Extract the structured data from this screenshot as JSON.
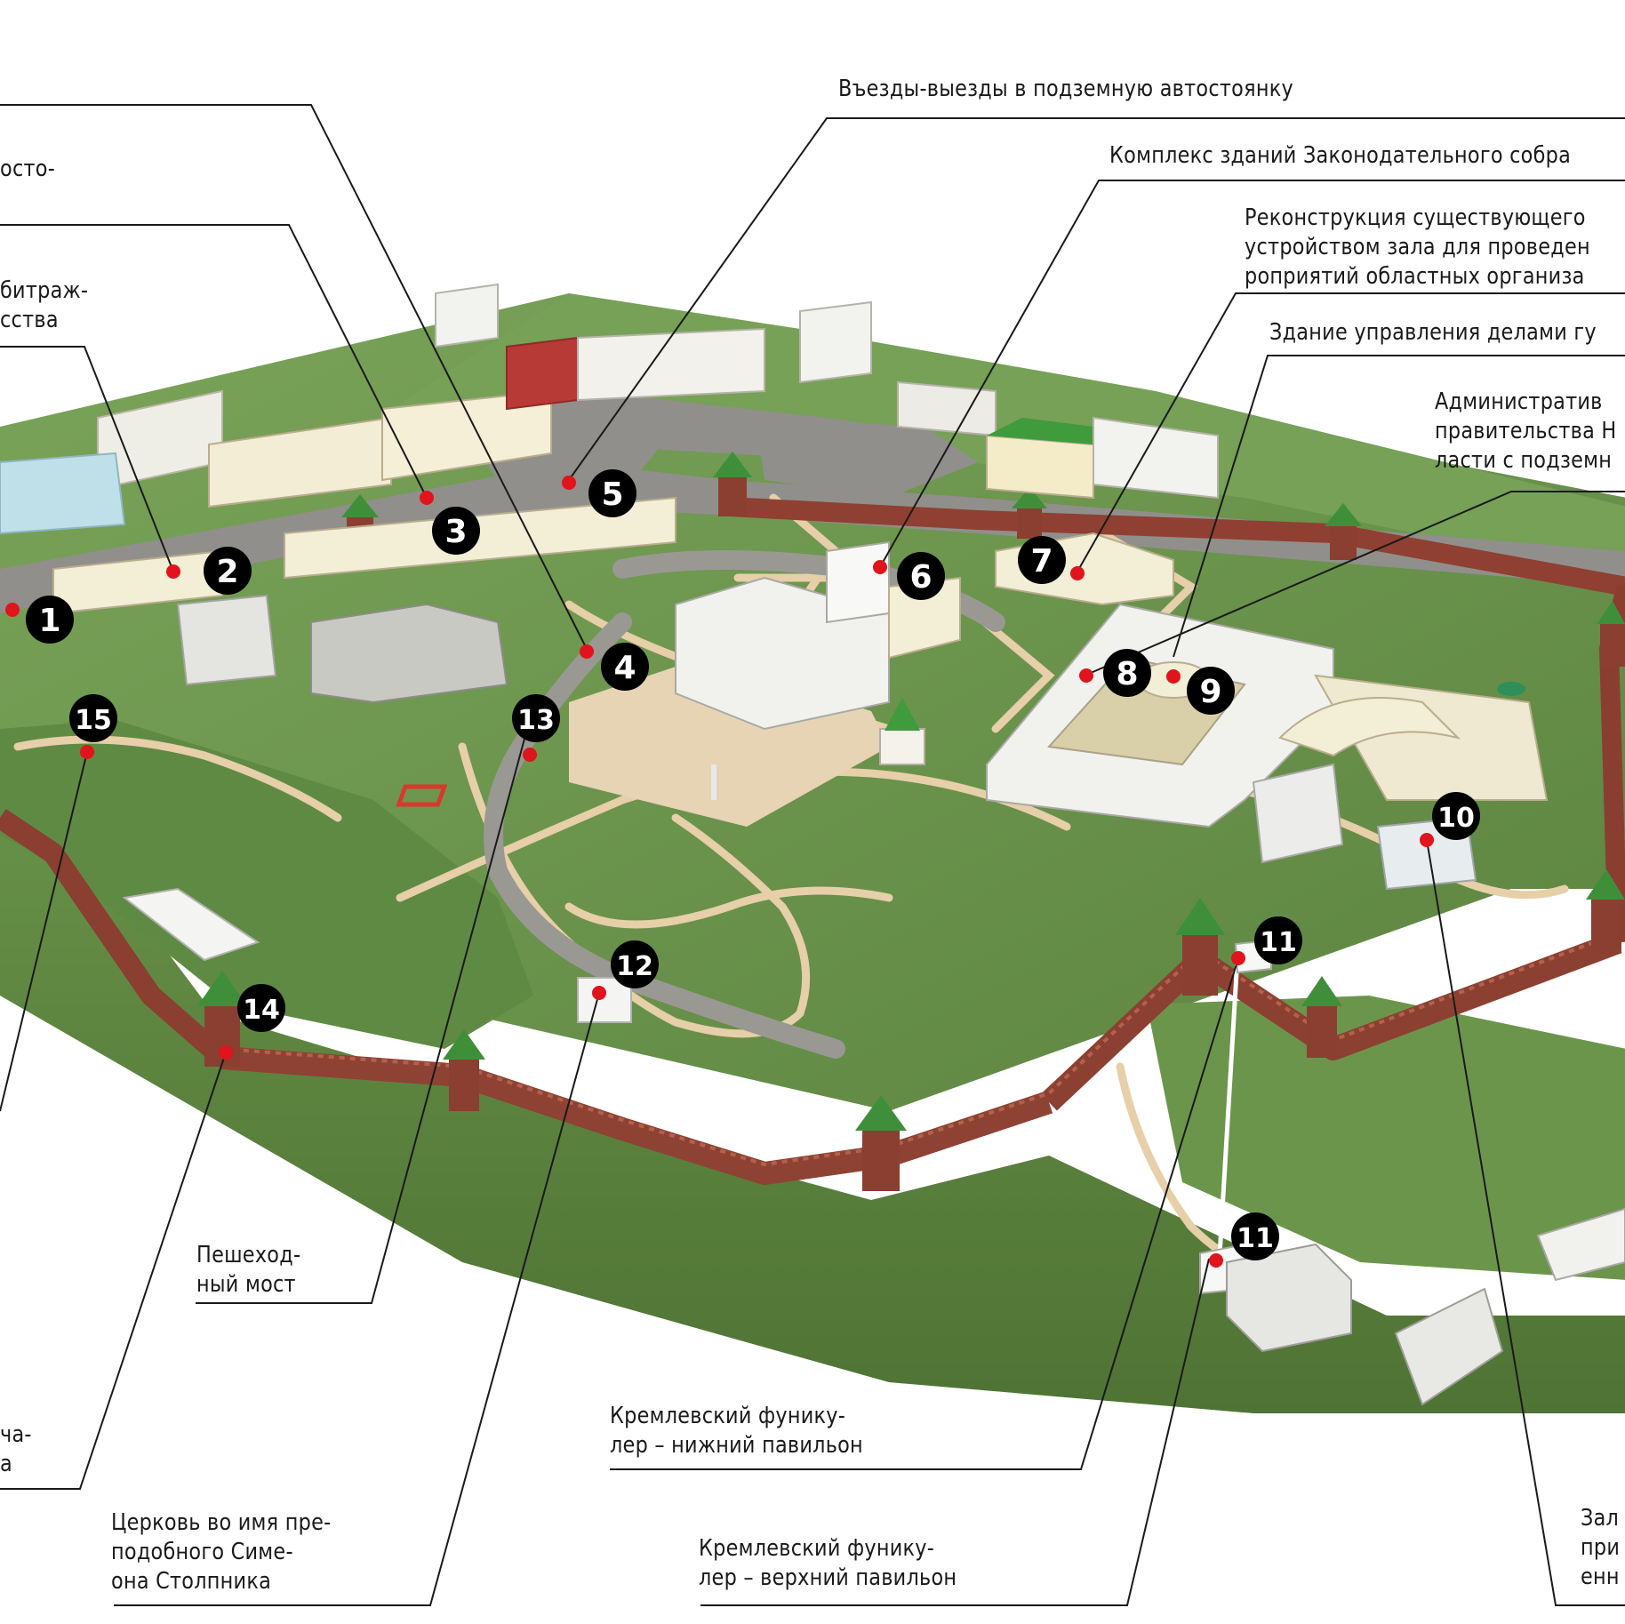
{
  "colors": {
    "grass": "#6e9a4f",
    "grass_dark": "#587d3c",
    "path": "#e6cfa9",
    "road": "#8e8c88",
    "wall": "#9a4a3a",
    "tower_roof": "#3f8f3a",
    "building": "#f0efe8",
    "marker_dot": "#e0141c",
    "marker_badge": "#000000",
    "leader_line": "#1a1a1a"
  },
  "markers": [
    "1",
    "2",
    "3",
    "4",
    "5",
    "6",
    "7",
    "8",
    "9",
    "10",
    "11",
    "11",
    "12",
    "13",
    "14",
    "15"
  ],
  "labels": {
    "top_left_1": "осто-",
    "top_left_2": "битраж-\nсства",
    "parking_entries": "Въезды-выезды в подземную автостоянку",
    "legislative_complex": "Комплекс зданий Законодательного собра",
    "reconstruction": "Реконструкция существующего\nустройством зала для проведен\nроприятий областных организа",
    "affairs_building": "Здание управления делами гу",
    "admin_building": "Административ\nправительства Н\nласти с подземн",
    "pedestrian_bridge": "Пешеход-\nный мост",
    "left_bottom": "ча-\nа",
    "funicular_lower": "Кремлевский фунику-\nлер – нижний павильон",
    "church": "Церковь во имя пре-\nподобного Симе-\nона Столпника",
    "funicular_upper": "Кремлевский фунику-\nлер – верхний павильон",
    "right_bottom": "Зал\nпри\nенн"
  }
}
